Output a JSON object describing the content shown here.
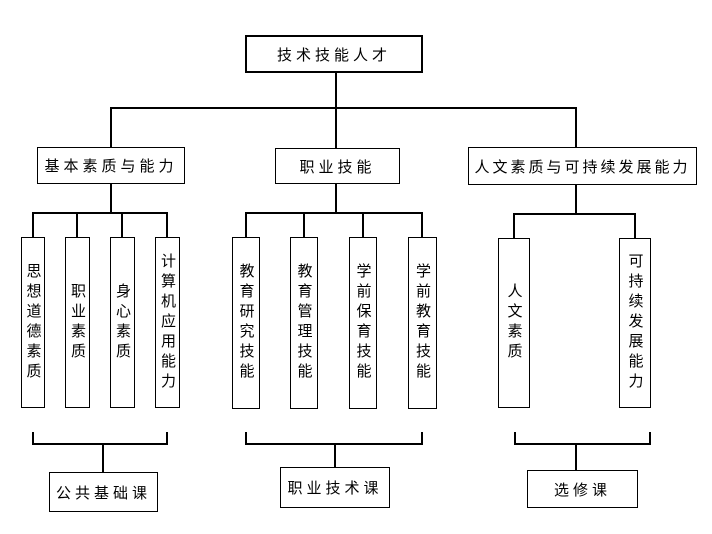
{
  "diagram": {
    "root": {
      "label": "技术技能人才"
    },
    "branches": [
      {
        "label": "基本素质与能力",
        "children": [
          "思想道德素质",
          "职业素质",
          "身心素质",
          "计算机应用能力"
        ],
        "course": "公共基础课"
      },
      {
        "label": "职业技能",
        "children": [
          "教育研究技能",
          "教育管理技能",
          "学前保育技能",
          "学前教育技能"
        ],
        "course": "职业技术课"
      },
      {
        "label": "人文素质与可持续发展能力",
        "children": [
          "人文素质",
          "可持续发展能力"
        ],
        "course": "选修课"
      }
    ],
    "colors": {
      "line": "#000000",
      "border": "#000000",
      "background": "#ffffff",
      "text": "#000000"
    }
  }
}
